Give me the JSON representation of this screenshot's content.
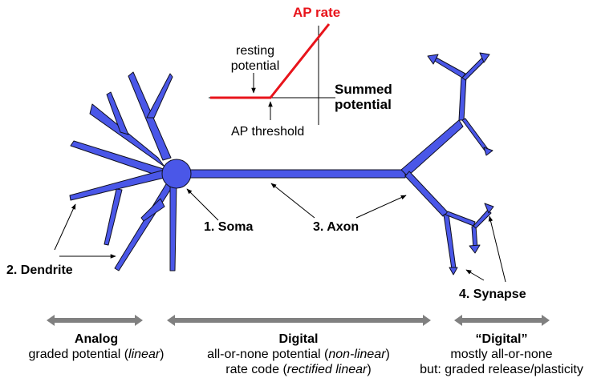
{
  "colors": {
    "neuron": "#4a57e8",
    "neuron_outline": "#101020",
    "ap_curve": "#e8141b",
    "range_arrow": "#808080",
    "axis_lines": "#000000"
  },
  "inset": {
    "output_label": "AP rate",
    "input_label_line1": "Summed",
    "input_label_line2": "potential",
    "resting_line1": "resting",
    "resting_line2": "potential",
    "threshold": "AP threshold"
  },
  "labels": {
    "soma": "1. Soma",
    "dendrite": "2. Dendrite",
    "axon": "3. Axon",
    "synapse": "4. Synapse"
  },
  "regions": {
    "analog": {
      "title": "Analog",
      "line1_pre": "graded potential (",
      "line1_em": "linear",
      "line1_post": ")"
    },
    "digital": {
      "title": "Digital",
      "line1_pre": "all-or-none potential (",
      "line1_em": "non-linear",
      "line1_post": ")",
      "line2_pre": "rate code (",
      "line2_em": "rectified linear",
      "line2_post": ")"
    },
    "digital_quoted": {
      "title": "“Digital”",
      "line1": "mostly all-or-none",
      "line2": "but: graded release/plasticity"
    }
  }
}
